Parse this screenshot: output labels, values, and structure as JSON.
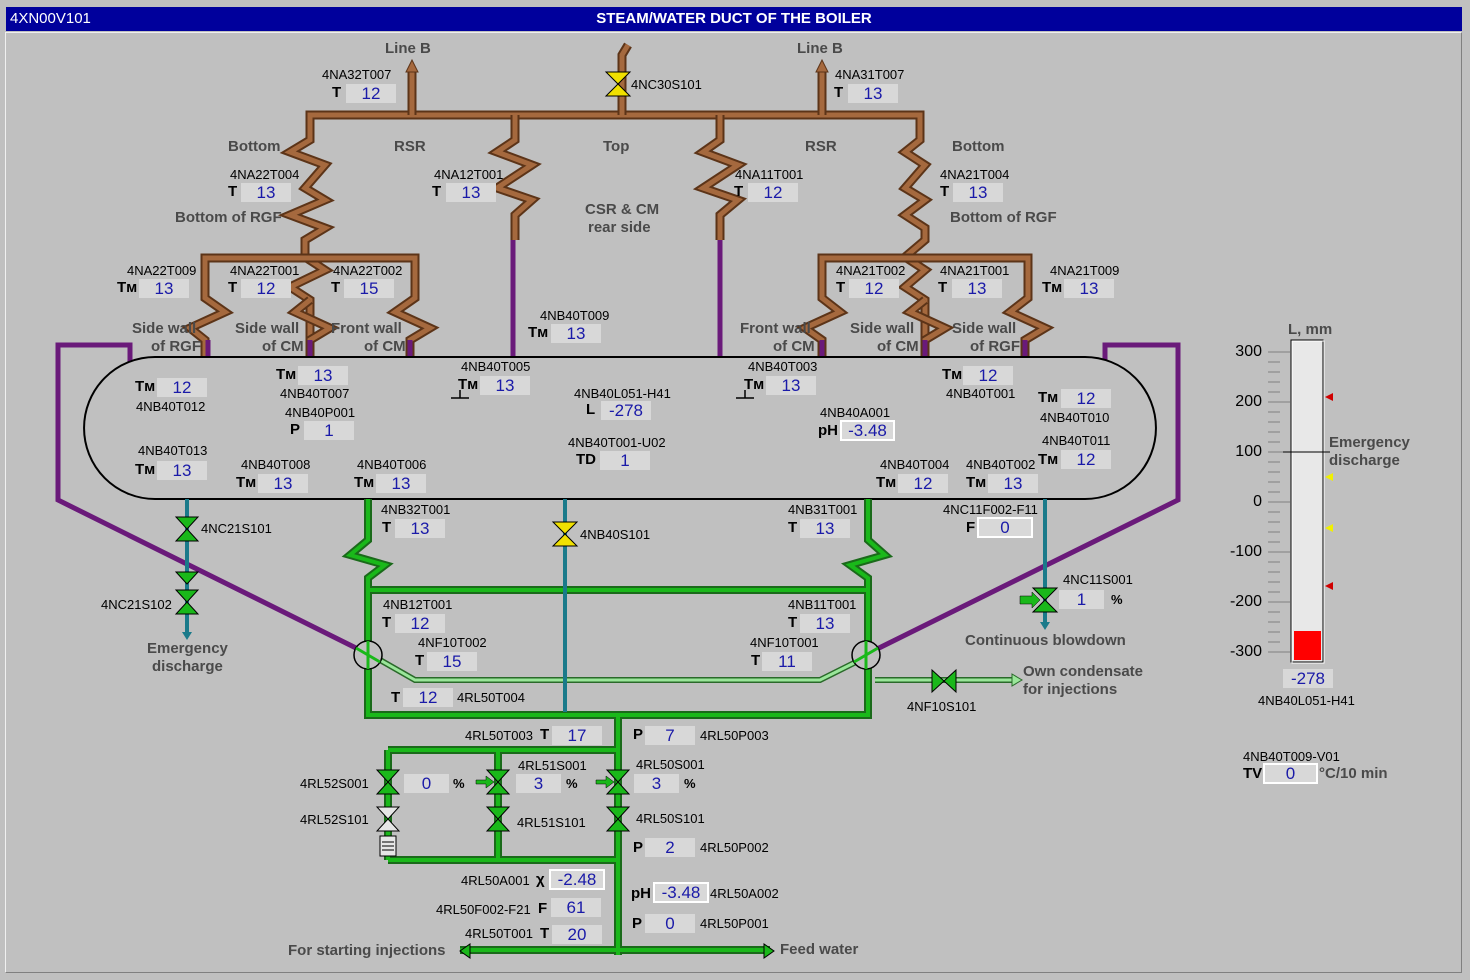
{
  "header": {
    "code": "4XN00V101",
    "title": "STEAM/WATER DUCT OF THE BOILER"
  },
  "labels": {
    "line_b_left": "Line B",
    "line_b_right": "Line B",
    "bottom_left": "Bottom",
    "rsr_left": "RSR",
    "top": "Top",
    "rsr_right": "RSR",
    "bottom_right": "Bottom",
    "bottom_rgf_left": "Bottom of RGF",
    "bottom_rgf_right": "Bottom of RGF",
    "csr_cm_1": "CSR & CM",
    "csr_cm_2": "rear side",
    "sw_rgf_l1": "Side wall",
    "sw_rgf_l2": "of RGF",
    "sw_cm_l1": "Side wall",
    "sw_cm_l2": "of CM",
    "fw_cm_l1": "Front wall",
    "fw_cm_l2": "of CM",
    "fw_cm_r1": "Front wall",
    "fw_cm_r2": "of CM",
    "sw_cm_r1": "Side wall",
    "sw_cm_r2": "of CM",
    "sw_rgf_r1": "Side wall",
    "sw_rgf_r2": "of RGF",
    "emerg_l1": "Emergency",
    "emerg_l2": "discharge",
    "cont_blowdown": "Continuous blowdown",
    "own_cond_1": "Own condensate",
    "own_cond_2": "for injections",
    "start_inj": "For starting injections",
    "feed_water": "Feed water",
    "emerg_r1": "Emergency",
    "emerg_r2": "discharge"
  },
  "valves": {
    "v_nc30": "4NC30S101",
    "v_nc21s101": "4NC21S101",
    "v_nc21s102": "4NC21S102",
    "v_nb40s101": "4NB40S101",
    "v_nc11": "4NC11S001",
    "v_nf10": "4NF10S101",
    "v_rl52s001": "4RL52S001",
    "v_rl52s101": "4RL52S101",
    "v_rl51s001": "4RL51S001",
    "v_rl51s101": "4RL51S101",
    "v_rl50s001": "4RL50S001",
    "v_rl50s101": "4RL50S101"
  },
  "meas": {
    "na32t007": {
      "tag": "4NA32T007",
      "sym": "T",
      "val": "12"
    },
    "na31t007": {
      "tag": "4NA31T007",
      "sym": "T",
      "val": "13"
    },
    "na22t004": {
      "tag": "4NA22T004",
      "sym": "T",
      "val": "13"
    },
    "na12t001": {
      "tag": "4NA12T001",
      "sym": "T",
      "val": "13"
    },
    "na11t001": {
      "tag": "4NA11T001",
      "sym": "T",
      "val": "12"
    },
    "na21t004": {
      "tag": "4NA21T004",
      "sym": "T",
      "val": "13"
    },
    "na22t009": {
      "tag": "4NA22T009",
      "sym": "Tм",
      "val": "13"
    },
    "na22t001": {
      "tag": "4NA22T001",
      "sym": "T",
      "val": "12"
    },
    "na22t002": {
      "tag": "4NA22T002",
      "sym": "T",
      "val": "15"
    },
    "na21t002": {
      "tag": "4NA21T002",
      "sym": "T",
      "val": "12"
    },
    "na21t001": {
      "tag": "4NA21T001",
      "sym": "T",
      "val": "13"
    },
    "na21t009": {
      "tag": "4NA21T009",
      "sym": "Tм",
      "val": "13"
    },
    "nb40t009": {
      "tag": "4NB40T009",
      "sym": "Tм",
      "val": "13"
    },
    "nb40t012": {
      "tag": "4NB40T012",
      "sym": "Tм",
      "val": "12"
    },
    "nb40t007": {
      "tag": "4NB40T007",
      "sym": "Tм",
      "val": "13"
    },
    "nb40p001": {
      "tag": "4NB40P001",
      "sym": "P",
      "val": "1"
    },
    "nb40t005": {
      "tag": "4NB40T005",
      "sym": "Tм",
      "val": "13"
    },
    "nb40l051": {
      "tag": "4NB40L051-H41",
      "sym": "L",
      "val": "-278"
    },
    "nb40t003": {
      "tag": "4NB40T003",
      "sym": "Tм",
      "val": "13"
    },
    "nb40a001": {
      "tag": "4NB40A001",
      "sym": "pH",
      "val": "-3.48"
    },
    "nb40t001": {
      "tag": "4NB40T001",
      "sym": "Tм",
      "val": "12"
    },
    "nb40t010": {
      "tag": "4NB40T010",
      "sym": "Tм",
      "val": "12"
    },
    "nb40t013": {
      "tag": "4NB40T013",
      "sym": "Tм",
      "val": "13"
    },
    "nb40t008": {
      "tag": "4NB40T008",
      "sym": "Tм",
      "val": "13"
    },
    "nb40t006": {
      "tag": "4NB40T006",
      "sym": "Tм",
      "val": "13"
    },
    "nb40t001u02": {
      "tag": "4NB40T001-U02",
      "sym": "TD",
      "val": "1"
    },
    "nb40t004": {
      "tag": "4NB40T004",
      "sym": "Tм",
      "val": "12"
    },
    "nb40t002": {
      "tag": "4NB40T002",
      "sym": "Tм",
      "val": "13"
    },
    "nb40t011": {
      "tag": "4NB40T011",
      "sym": "Tм",
      "val": "12"
    },
    "nb32t001": {
      "tag": "4NB32T001",
      "sym": "T",
      "val": "13"
    },
    "nb31t001": {
      "tag": "4NB31T001",
      "sym": "T",
      "val": "13"
    },
    "nc11f002": {
      "tag": "4NC11F002-F11",
      "sym": "F",
      "val": "0"
    },
    "nc11s001": {
      "val": "1",
      "unit": "%"
    },
    "nb12t001": {
      "tag": "4NB12T001",
      "sym": "T",
      "val": "12"
    },
    "nb11t001": {
      "tag": "4NB11T001",
      "sym": "T",
      "val": "13"
    },
    "nf10t002": {
      "tag": "4NF10T002",
      "sym": "T",
      "val": "15"
    },
    "nf10t001": {
      "tag": "4NF10T001",
      "sym": "T",
      "val": "11"
    },
    "rl50t004": {
      "tag": "4RL50T004",
      "sym": "T",
      "val": "12"
    },
    "rl50t003": {
      "tag": "4RL50T003",
      "sym": "T",
      "val": "17"
    },
    "rl50p003": {
      "tag": "4RL50P003",
      "sym": "P",
      "val": "7"
    },
    "rl52s001": {
      "val": "0",
      "unit": "%"
    },
    "rl51s001": {
      "val": "3",
      "unit": "%"
    },
    "rl50s001": {
      "val": "3",
      "unit": "%"
    },
    "rl50p002": {
      "tag": "4RL50P002",
      "sym": "P",
      "val": "2"
    },
    "rl50a001": {
      "tag": "4RL50A001",
      "sym": "χ",
      "val": "-2.48"
    },
    "rl50a002": {
      "tag": "4RL50A002",
      "sym": "pH",
      "val": "-3.48"
    },
    "rl50f002": {
      "tag": "4RL50F002-F21",
      "sym": "F",
      "val": "61"
    },
    "rl50p001": {
      "tag": "4RL50P001",
      "sym": "P",
      "val": "0"
    },
    "rl50t001": {
      "tag": "4RL50T001",
      "sym": "T",
      "val": "20"
    }
  },
  "gauge": {
    "title": "L, mm",
    "ticks": [
      "300",
      "200",
      "100",
      "0",
      "-100",
      "-200",
      "-300"
    ],
    "level_mm": -278,
    "value": "-278",
    "tag": "4NB40L051-H41",
    "range": [
      -300,
      300
    ]
  },
  "rate": {
    "tag": "4NB40T009-V01",
    "sym": "TV",
    "val": "0",
    "unit": "°C/10 min"
  },
  "colors": {
    "steam": "#9c5a32",
    "water": "#1aa51a",
    "drain": "#1a7a8a",
    "circ": "#6a1a7a",
    "value": "#1a1aa8"
  }
}
